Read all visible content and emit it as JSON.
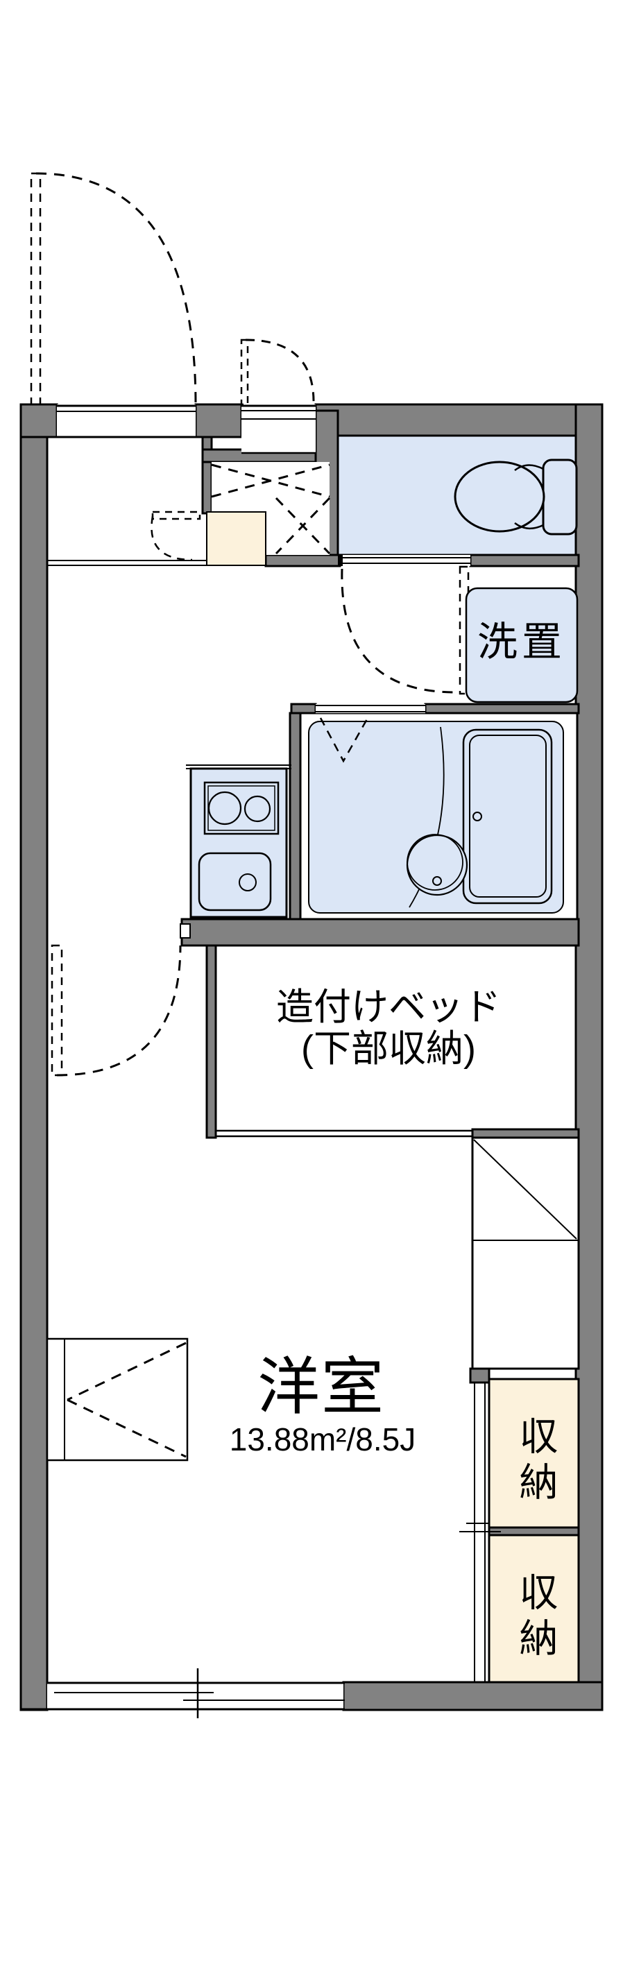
{
  "floorplan": {
    "title": "1K apartment floor plan",
    "labels": {
      "room": "洋室",
      "room_size": "13.88m²/8.5J",
      "built_in_bed": "造付けベッド\n(下部収納)",
      "washer_space": "洗置",
      "storage_1": "収納",
      "storage_2": "収納"
    },
    "rooms": [
      {
        "name": "toilet-room",
        "fill": "#dbe6f6"
      },
      {
        "name": "bathroom",
        "fill": "#dbe6f6"
      },
      {
        "name": "kitchen-counter",
        "fill": "#dbe6f6"
      },
      {
        "name": "washer-space",
        "fill": "#dbe6f6"
      },
      {
        "name": "entrance-genkan",
        "fill": "#fcf2dc"
      },
      {
        "name": "storage-closet-1",
        "fill": "#fcf2dc"
      },
      {
        "name": "storage-closet-2",
        "fill": "#fcf2dc"
      },
      {
        "name": "western-room",
        "fill": "#ffffff"
      }
    ],
    "colors": {
      "wall": "#828282",
      "outline": "#000000",
      "fixture_blue": "#dbe6f6",
      "floor_cream": "#fcf2dc",
      "background": "#ffffff"
    },
    "fixtures": [
      "toilet",
      "toilet-tank",
      "bathtub",
      "bath-drain-circle",
      "stove-two-burners",
      "kitchen-sink",
      "desk-counter",
      "tall-cabinet",
      "sliding-window",
      "entry-doors"
    ]
  }
}
